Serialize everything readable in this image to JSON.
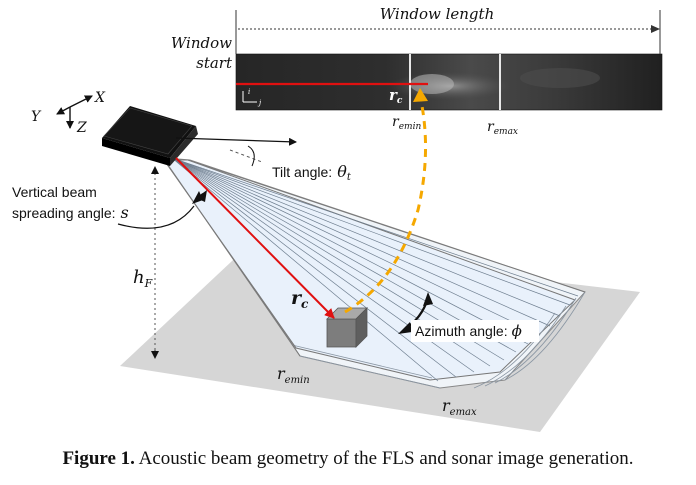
{
  "labels": {
    "window_length": "Window length",
    "window": "Window",
    "start": "start",
    "r_emin_top": "r",
    "r_emin_top_sub": "emin",
    "r_emax_top": "r",
    "r_emax_top_sub": "emax",
    "r_c_top": "r",
    "r_c_top_sub": "c",
    "axis_x": "X",
    "axis_y": "Y",
    "axis_z": "Z",
    "axis_i": "i",
    "axis_j": "j",
    "tilt_angle": "Tilt angle:",
    "tilt_symbol": "θ",
    "tilt_sub": "t",
    "vertical_beam_line1": "Vertical beam",
    "vertical_beam_line2": "spreading angle:",
    "vertical_symbol": "s",
    "h_f": "h",
    "h_f_sub": "F",
    "r_c_main": "r",
    "r_c_main_sub": "c",
    "azimuth_angle": "Azimuth angle:",
    "azimuth_symbol": "ϕ",
    "r_emin_bottom": "r",
    "r_emin_bottom_sub": "emin",
    "r_emax_bottom": "r",
    "r_emax_bottom_sub": "emax"
  },
  "caption": {
    "figure_label": "Figure 1.",
    "text": "Acoustic beam geometry of the FLS and sonar image generation."
  },
  "colors": {
    "red_ray": "#e01010",
    "dashed_arc": "#f5a800",
    "sonar_bg": "#1a1a1a",
    "ground": "#d6d6d6",
    "beam_fill": "#e9f1fb"
  }
}
